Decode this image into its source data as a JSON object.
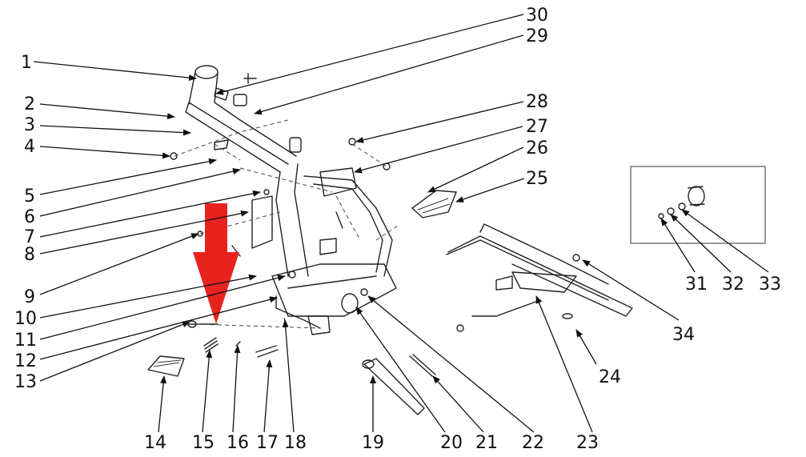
{
  "callouts": [
    {
      "id": "1",
      "label": "1"
    },
    {
      "id": "2",
      "label": "2"
    },
    {
      "id": "3",
      "label": "3"
    },
    {
      "id": "4",
      "label": "4"
    },
    {
      "id": "5",
      "label": "5"
    },
    {
      "id": "6",
      "label": "6"
    },
    {
      "id": "7",
      "label": "7"
    },
    {
      "id": "8",
      "label": "8"
    },
    {
      "id": "9",
      "label": "9"
    },
    {
      "id": "10",
      "label": "10"
    },
    {
      "id": "11",
      "label": "11"
    },
    {
      "id": "12",
      "label": "12"
    },
    {
      "id": "13",
      "label": "13"
    },
    {
      "id": "14",
      "label": "14"
    },
    {
      "id": "15",
      "label": "15"
    },
    {
      "id": "16",
      "label": "16"
    },
    {
      "id": "17",
      "label": "17"
    },
    {
      "id": "18",
      "label": "18"
    },
    {
      "id": "19",
      "label": "19"
    },
    {
      "id": "20",
      "label": "20"
    },
    {
      "id": "21",
      "label": "21"
    },
    {
      "id": "22",
      "label": "22"
    },
    {
      "id": "23",
      "label": "23"
    },
    {
      "id": "24",
      "label": "24"
    },
    {
      "id": "25",
      "label": "25"
    },
    {
      "id": "26",
      "label": "26"
    },
    {
      "id": "27",
      "label": "27"
    },
    {
      "id": "28",
      "label": "28"
    },
    {
      "id": "29",
      "label": "29"
    },
    {
      "id": "30",
      "label": "30"
    },
    {
      "id": "31",
      "label": "31"
    },
    {
      "id": "32",
      "label": "32"
    },
    {
      "id": "33",
      "label": "33"
    },
    {
      "id": "34",
      "label": "34"
    }
  ],
  "highlight": {
    "icon": "red-down-arrow-icon",
    "color": "#e8231f",
    "points_to": "15"
  },
  "colors": {
    "line": "#222222",
    "background": "#ffffff"
  }
}
